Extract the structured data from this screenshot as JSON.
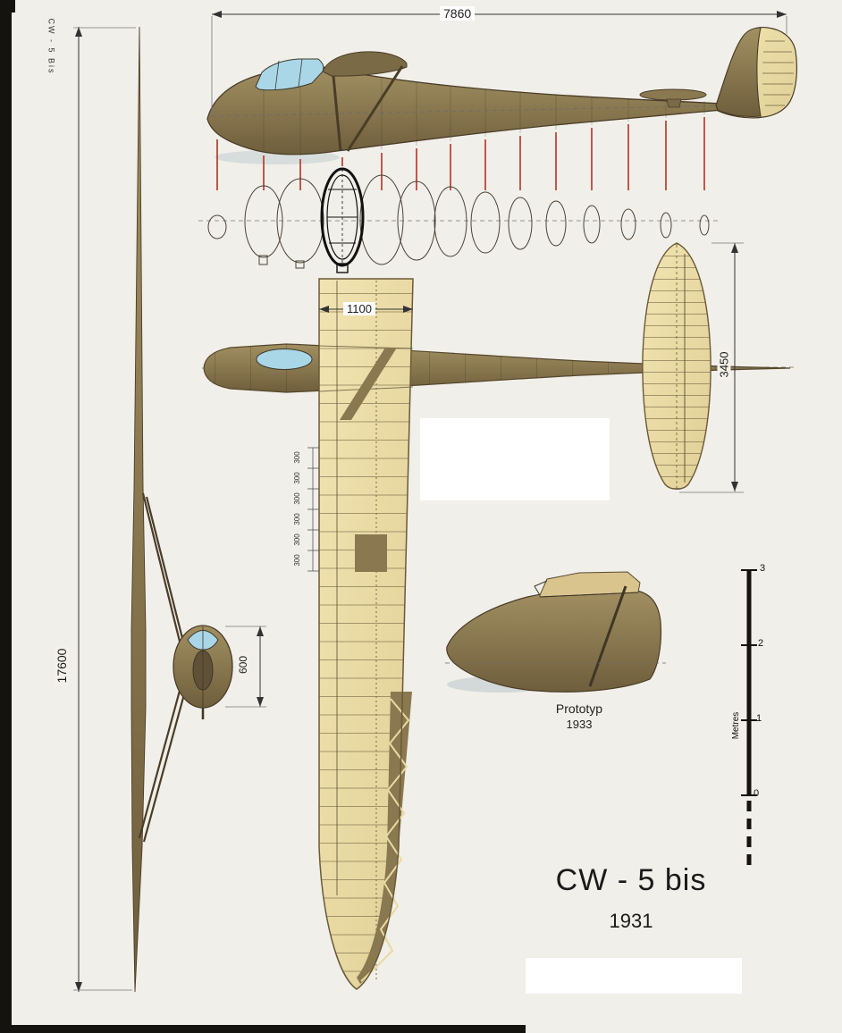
{
  "title_block": {
    "title": "CW - 5 bis",
    "year": "1931"
  },
  "side_label": "CW - 5 Bis",
  "prototype": {
    "label": "Prototyp",
    "year": "1933"
  },
  "dimensions": {
    "fuselage_length": "7860",
    "root_chord": "1100",
    "tailplane_span": "3450",
    "wingspan": "17600",
    "fuselage_width": "600",
    "rib_spacing": [
      "300",
      "300",
      "300",
      "300",
      "300",
      "300"
    ]
  },
  "scale_bar": {
    "unit": "Metres",
    "ticks": [
      "3",
      "2",
      "1",
      "0"
    ]
  },
  "colors": {
    "background": "#f1efe9",
    "airframe_olive": "#8a7850",
    "airframe_dark": "#4a3d28",
    "wing_cream": "#ecdda6",
    "canopy_blue": "#a9d7e8",
    "station_red": "#b03326",
    "ink": "#222222",
    "scale_black": "#151210"
  }
}
